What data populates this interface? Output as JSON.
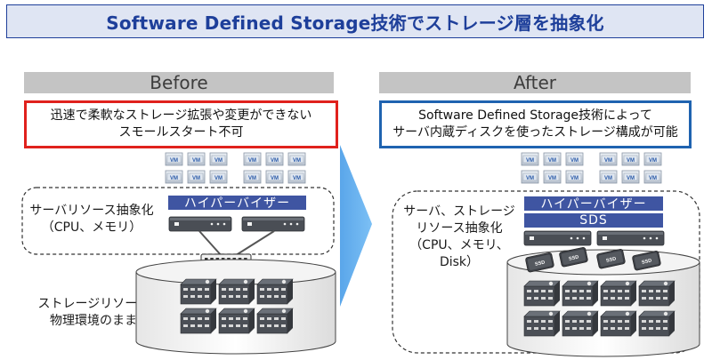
{
  "title": "Software Defined Storage技術でストレージ層を抽象化",
  "before": {
    "header": "Before",
    "note_line1": "迅速で柔軟なストレージ拡張や変更ができない",
    "note_line2": "スモールスタート不可",
    "server_label_line1": "サーバリソース抽象化",
    "server_label_line2": "（CPU、メモリ）",
    "hypervisor": "ハイパーバイザー",
    "storage_label_line1": "ストレージリソース",
    "storage_label_line2": "物理環境のまま",
    "vm_label": "VM"
  },
  "after": {
    "header": "After",
    "note_line1": "Software Defined Storage技術によって",
    "note_line2": "サーバ内蔵ディスクを使ったストレージ構成が可能",
    "label_line1": "サーバ、ストレージ",
    "label_line2": "リソース抽象化",
    "label_line3": "（CPU、メモリ、Disk）",
    "hypervisor": "ハイパーバイザー",
    "sds": "SDS",
    "vm_label": "VM",
    "ssd_label": "SSD"
  },
  "colors": {
    "title_text": "#1e3f9a",
    "title_bg": "#dfe5f3",
    "before_note_border": "#e0211d",
    "after_note_border": "#1f63b0",
    "hypervisor_bar": "#3f55a2",
    "arrow": "#68b1ef",
    "phase_bar": "#c4c4c4"
  }
}
